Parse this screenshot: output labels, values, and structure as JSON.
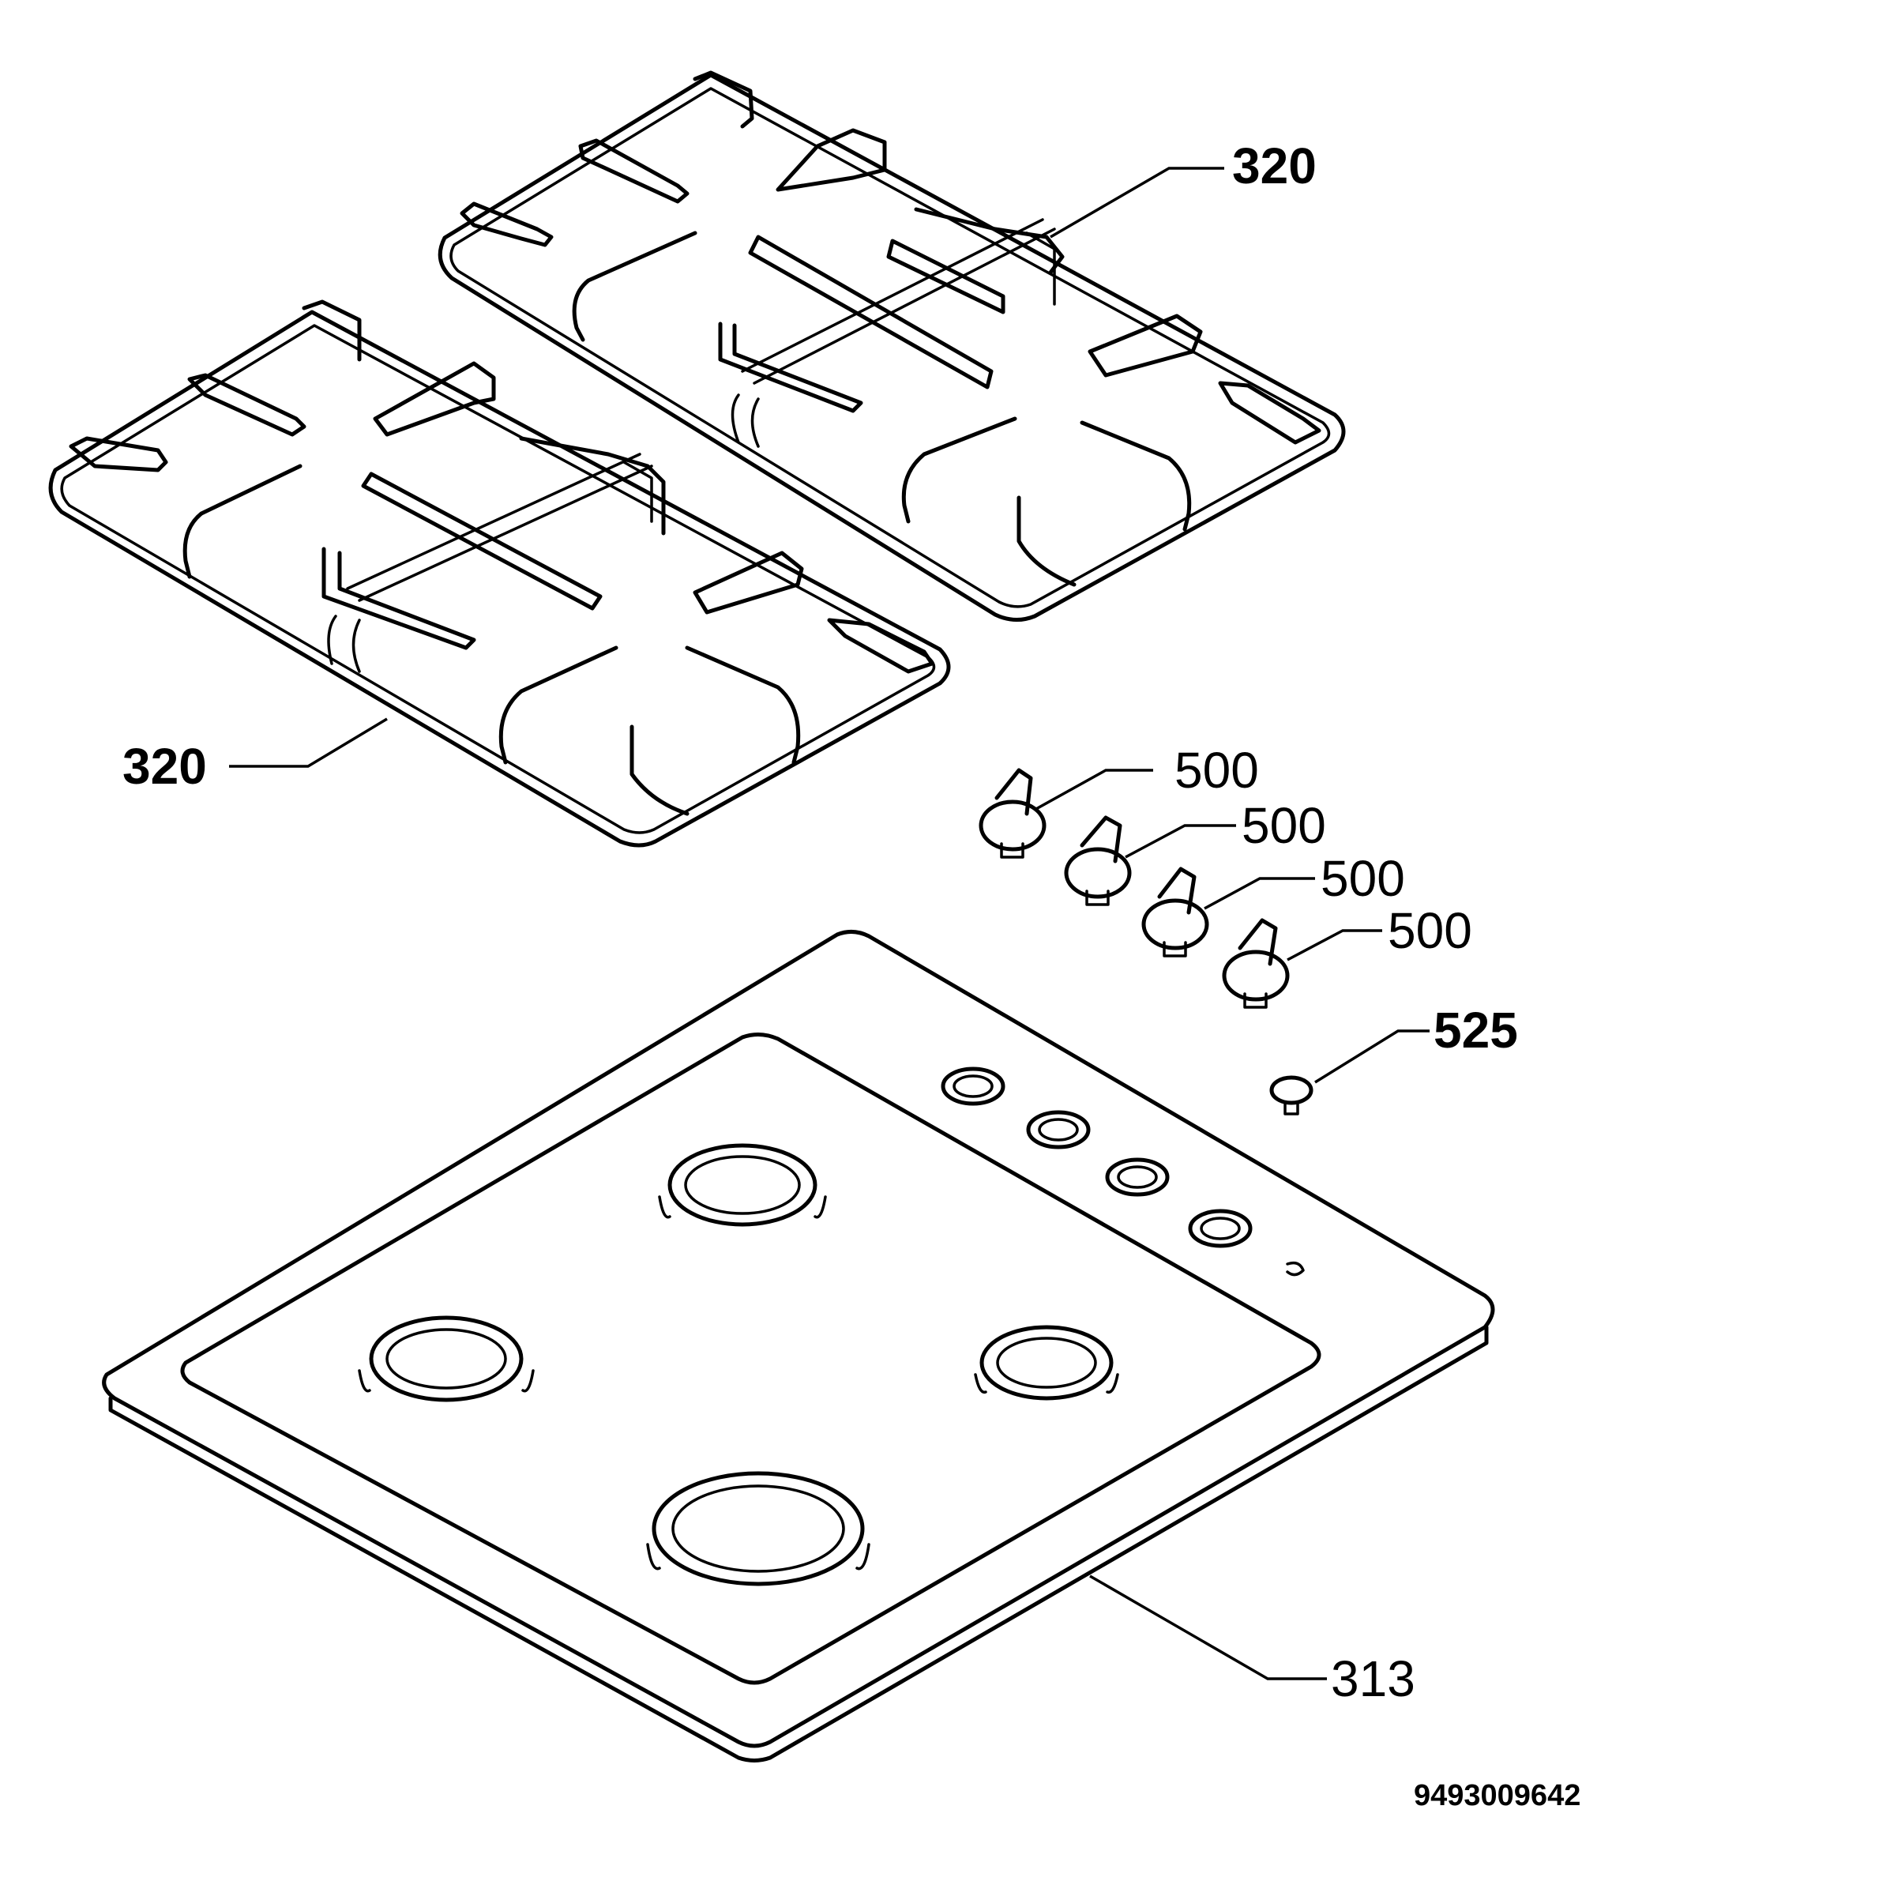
{
  "callouts": {
    "grid_back": "320",
    "grid_front": "320",
    "knob_1": "500",
    "knob_2": "500",
    "knob_3": "500",
    "knob_4": "500",
    "ignition_button": "525",
    "hob_top": "313"
  },
  "document_number": "9493009642"
}
